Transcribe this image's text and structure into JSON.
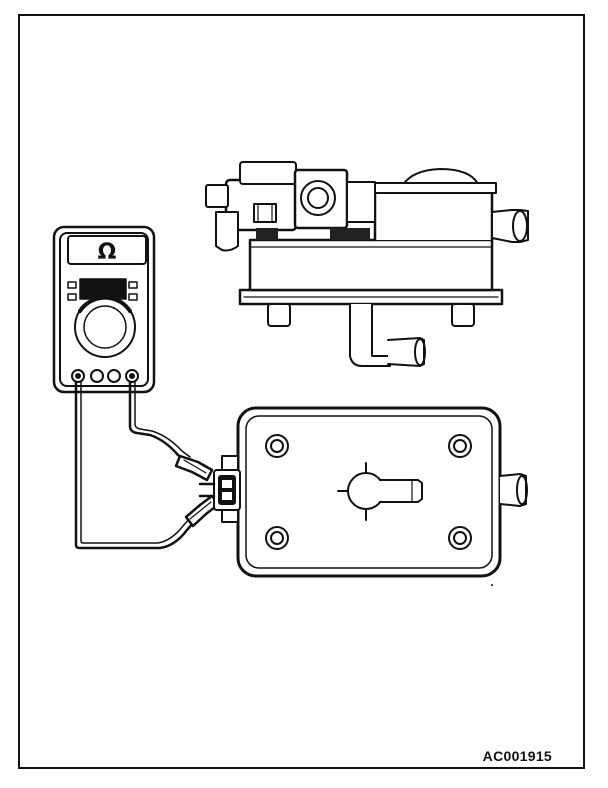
{
  "figure": {
    "code": "AC001915",
    "meter_symbol": "Ω"
  },
  "colors": {
    "ink": "#111111",
    "paper": "#ffffff",
    "shade": "#222222"
  },
  "icons": {
    "meter": "multimeter-icon",
    "part": "valve-assembly"
  }
}
